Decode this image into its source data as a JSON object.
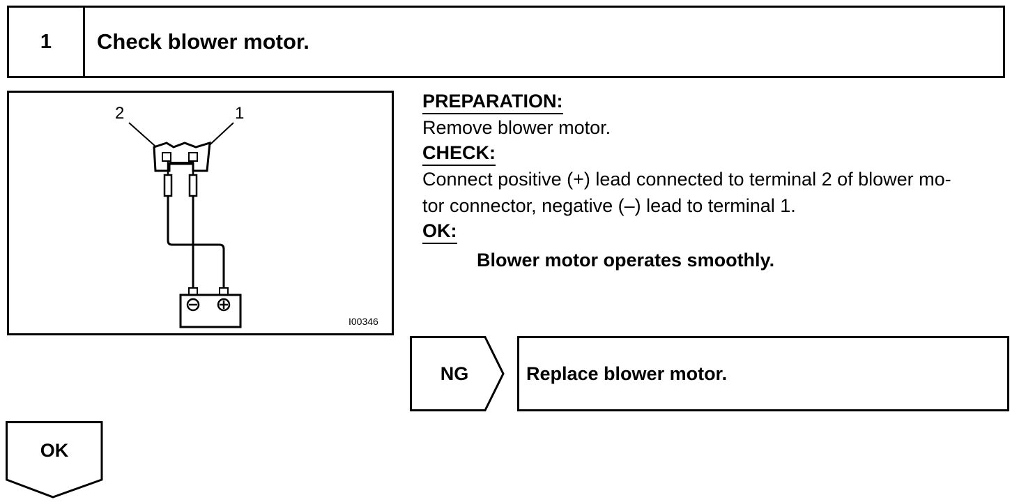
{
  "step": {
    "number": "1",
    "title": "Check blower motor."
  },
  "figure": {
    "terminal_2_label": "2",
    "terminal_1_label": "1",
    "figure_id": "I00346",
    "icons": [
      "connector-icon",
      "battery-icon",
      "minus-terminal-icon",
      "plus-terminal-icon"
    ]
  },
  "preparation": {
    "heading": "PREPARATION:",
    "text": "Remove blower motor."
  },
  "check": {
    "heading": "CHECK:",
    "line1": "Connect positive (+) lead connected to terminal 2 of blower mo-",
    "line2": "tor connector, negative (–) lead to terminal 1."
  },
  "ok": {
    "heading": "OK:",
    "result": "Blower motor  operates smoothly."
  },
  "ng_branch": {
    "label": "NG",
    "action": "Replace blower motor."
  },
  "ok_branch": {
    "label": "OK"
  }
}
